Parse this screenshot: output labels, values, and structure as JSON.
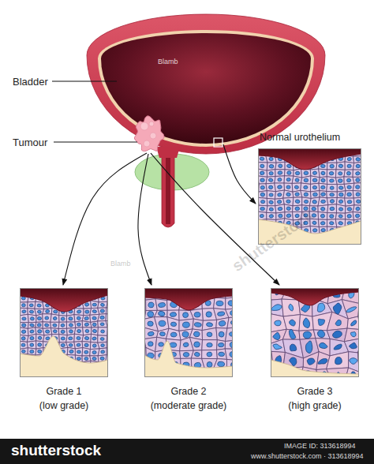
{
  "diagram": {
    "nodes": [
      {
        "text": [
          "Bladder"
        ]
      },
      {
        "text": [
          "Tumour"
        ],
        "in": 0
      },
      {
        "text": [
          "Normal urothelium"
        ]
      },
      {
        "text": [
          "Grade 1",
          "(low grade)"
        ]
      },
      {
        "text": [
          "Grade 2",
          "(moderate grade)"
        ]
      },
      {
        "text": [
          "Grade 3",
          "(high grade)"
        ]
      }
    ],
    "edges": [
      {
        "from": 0,
        "to": 2,
        "arrow": "to"
      },
      {
        "from": 1,
        "to": 3,
        "arrow": "to"
      },
      {
        "from": 1,
        "to": 4,
        "arrow": "to"
      },
      {
        "from": 1,
        "to": 5,
        "arrow": "to"
      }
    ],
    "labels": [
      "Blamb",
      "shutterstock",
      "shutterstock",
      "Blamb",
      "shutterstock",
      "IMAGE ID: 313618994",
      "www.shutterstock.com · 313618994"
    ]
  }
}
